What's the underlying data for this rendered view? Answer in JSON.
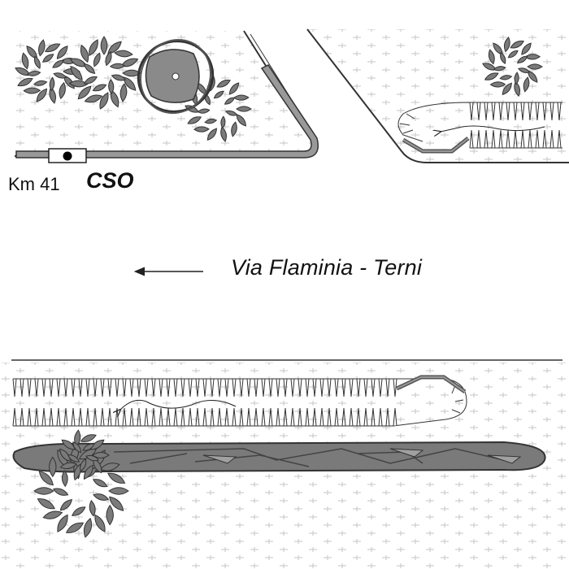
{
  "labels": {
    "km": "Km 41",
    "site": "CSO",
    "road": "Via Flaminia  -  Terni"
  },
  "direction_arrow": "arrow-left",
  "colors": {
    "line": "#333333",
    "gray_fill": "#8c8c8c",
    "light_gray": "#b5b5b5",
    "dash_texture": "#c8c8c8",
    "leaf_fill": "#7a7a7a"
  }
}
